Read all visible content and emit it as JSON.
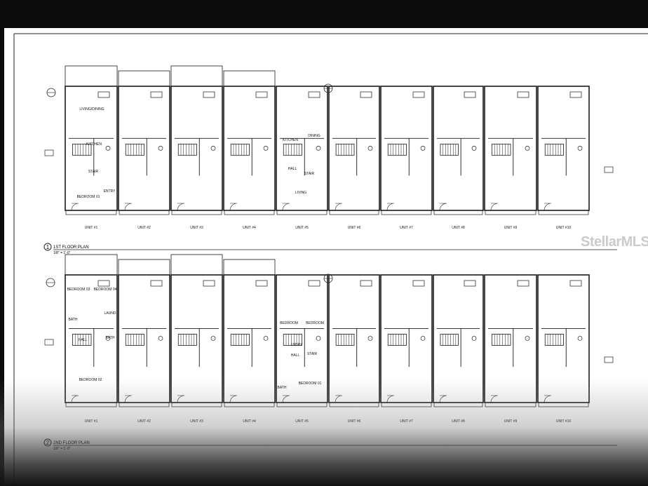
{
  "plan1": {
    "title": "1ST FLOOR PLAN",
    "scale": "1/8\" = 1'-0\"",
    "number": "1",
    "units": [
      "UNIT #1",
      "UNIT #2",
      "UNIT #3",
      "UNIT #4",
      "UNIT #5",
      "UNIT #6",
      "UNIT #7",
      "UNIT #8",
      "UNIT #9",
      "UNIT #10"
    ],
    "rooms": {
      "living_dining": "LIVING/DINING",
      "kitchen_1": "KITCHEN",
      "stair_1": "STAIR",
      "entry": "ENTRY",
      "bedroom_1": "BEDROOM 01",
      "kitchen_5": "KITCHEN",
      "dining_5": "DINING",
      "hall_5": "HALL",
      "stair_5": "STAIR",
      "living_5": "LIVING"
    }
  },
  "plan2": {
    "title": "2ND FLOOR PLAN",
    "scale": "1/8\" = 1'-0\"",
    "number": "2",
    "units": [
      "UNIT #1",
      "UNIT #2",
      "UNIT #3",
      "UNIT #4",
      "UNIT #5",
      "UNIT #6",
      "UNIT #7",
      "UNIT #8",
      "UNIT #9",
      "UNIT #10"
    ],
    "rooms": {
      "bedroom_3": "BEDROOM 03",
      "bedroom_4": "BEDROOM 04",
      "laund": "LAUND",
      "bath": "BATH",
      "hall_1": "HALL",
      "bath_2": "BATH",
      "bedroom_2": "BEDROOM 02",
      "bedroom_5a": "BEDROOM",
      "bedroom_5b": "BEDROOM",
      "lndry": "LNDRY",
      "hall_5": "HALL",
      "stair_5": "STAIR",
      "bath_5": "BATH",
      "bedroom_5c": "BEDROOM 01"
    }
  },
  "watermark": "StellarMLS",
  "colors": {
    "ink": "#1a1a1a",
    "paper": "#ffffff",
    "background": "#0a0a0a"
  }
}
